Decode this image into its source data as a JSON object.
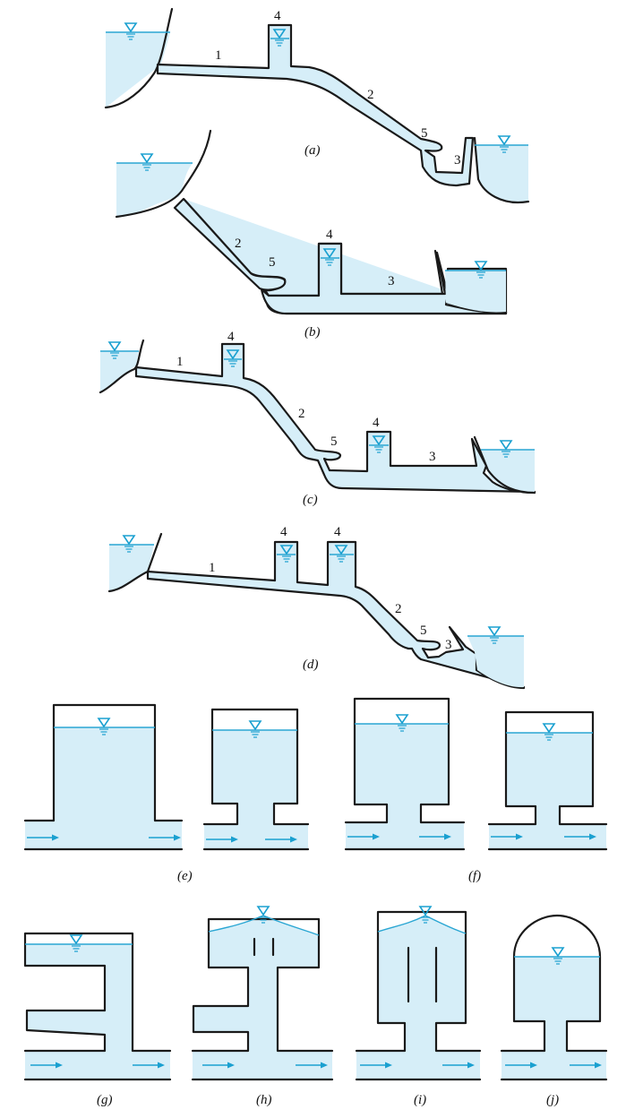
{
  "figures": {
    "a": {
      "caption": "(a)",
      "labels": [
        "1",
        "2",
        "3",
        "4",
        "5"
      ]
    },
    "b": {
      "caption": "(b)",
      "labels": [
        "2",
        "3",
        "4",
        "5"
      ]
    },
    "c": {
      "caption": "(c)",
      "labels": [
        "1",
        "2",
        "3",
        "4",
        "4",
        "5"
      ]
    },
    "d": {
      "caption": "(d)",
      "labels": [
        "1",
        "2",
        "3",
        "4",
        "4",
        "5"
      ]
    },
    "e": {
      "caption": "(e)"
    },
    "f": {
      "caption": "(f)"
    },
    "g": {
      "caption": "(g)"
    },
    "h": {
      "caption": "(h)"
    },
    "i": {
      "caption": "(i)"
    },
    "j": {
      "caption": "(j)"
    }
  },
  "colors": {
    "water": "#d6eef8",
    "water_line": "#2aa6d3",
    "outline": "#1a1a1a"
  },
  "icons": {
    "water_level_marker": "inverted-triangle-water-level-icon",
    "flow_arrow": "flow-arrow-icon"
  }
}
